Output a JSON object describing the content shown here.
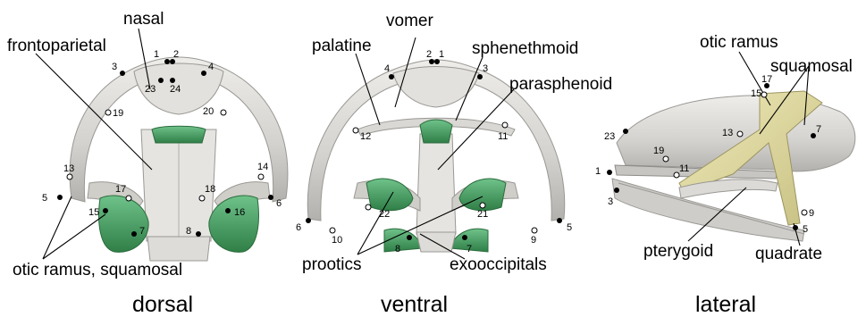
{
  "labels": {
    "nasal": "nasal",
    "frontoparietal": "frontoparietal",
    "otic_ramus_squamosal": "otic ramus, squamosal",
    "vomer": "vomer",
    "palatine": "palatine",
    "sphenethmoid": "sphenethmoid",
    "parasphenoid": "parasphenoid",
    "prootics": "prootics",
    "exooccipitals": "exooccipitals",
    "otic_ramus": "otic ramus",
    "squamosal": "squamosal",
    "pterygoid": "pterygoid",
    "quadrate": "quadrate"
  },
  "views": {
    "dorsal": "dorsal",
    "ventral": "ventral",
    "lateral": "lateral"
  },
  "landmarks": {
    "dorsal": [
      "1",
      "2",
      "3",
      "4",
      "23",
      "24",
      "19",
      "20",
      "13",
      "14",
      "17",
      "18",
      "5",
      "6",
      "15",
      "16",
      "7",
      "8"
    ],
    "ventral": [
      "2",
      "1",
      "4",
      "3",
      "12",
      "11",
      "22",
      "21",
      "6",
      "5",
      "10",
      "9",
      "8",
      "7"
    ],
    "lateral": [
      "17",
      "15",
      "13",
      "7",
      "23",
      "19",
      "11",
      "1",
      "3",
      "9",
      "5"
    ]
  },
  "colors": {
    "bone": "#d8d6d2",
    "bone_shade": "#a9a7a3",
    "otic_green": "#3f9a5a",
    "squamosal_yellow": "#d9d39a"
  }
}
